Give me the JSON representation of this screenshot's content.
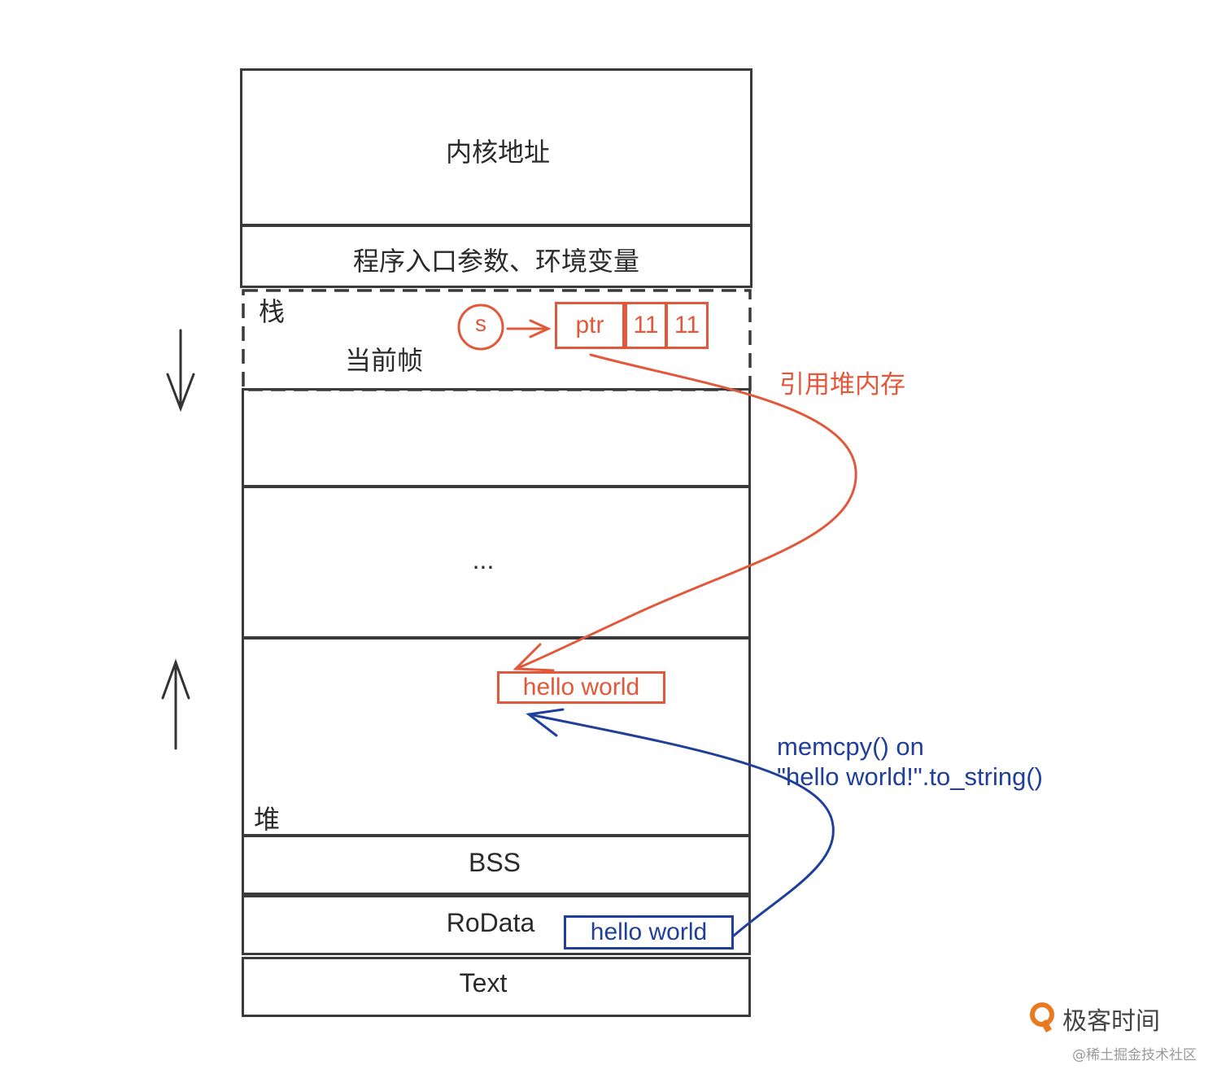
{
  "segments": {
    "kernel": "内核地址",
    "args_env": "程序入口参数、环境变量",
    "stack": "栈",
    "current_frame": "当前帧",
    "ellipsis": "...",
    "heap": "堆",
    "bss": "BSS",
    "rodata": "RoData",
    "text": "Text"
  },
  "stack_frame": {
    "var_name": "s",
    "ptr_label": "ptr",
    "len": "11",
    "cap": "11"
  },
  "heap_box": "hello world",
  "rodata_box": "hello world",
  "annotations": {
    "heap_ref": "引用堆内存",
    "memcpy_line1": "memcpy() on",
    "memcpy_line2": "\"hello world!\".to_string()"
  },
  "watermark": {
    "brand": "极客时间",
    "source": "@稀土掘金技术社区"
  },
  "colors": {
    "stack_ref": "#e2583b",
    "memcpy": "#1f3f9a",
    "outline": "#3a3a3a"
  }
}
